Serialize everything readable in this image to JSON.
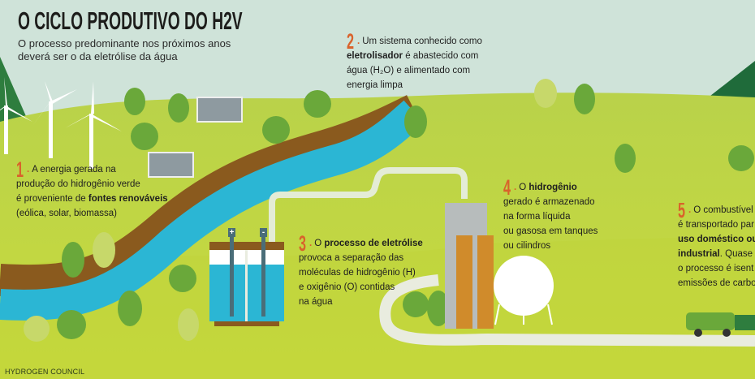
{
  "header": {
    "title": "O CICLO PRODUTIVO DO H2V",
    "subtitle_line1": "O processo predominante nos próximos anos",
    "subtitle_line2": "deverá ser o da eletrólise da água"
  },
  "steps": {
    "s1": {
      "num": "1",
      "l1": "A energia gerada na",
      "l2": "produção do hidrogênio verde",
      "l3a": "é proveniente de ",
      "l3b": "fontes renováveis",
      "l4": "(eólica, solar, biomassa)"
    },
    "s2": {
      "num": "2",
      "l1": "Um sistema conhecido como",
      "l2a": "eletrolisador",
      "l2b": " é abastecido com",
      "l3": "água (H₂O) e alimentado com",
      "l4": "energia limpa"
    },
    "s3": {
      "num": "3",
      "l1a": "O ",
      "l1b": "processo de eletrólise",
      "l2": "provoca a separação das",
      "l3": "moléculas de hidrogênio (H)",
      "l4": "e oxigênio (O) contidas",
      "l5": "na água"
    },
    "s4": {
      "num": "4",
      "l1a": "O ",
      "l1b": "hidrogênio",
      "l2": "gerado é armazenado",
      "l3": "na forma líquida",
      "l4": "ou gasosa em tanques",
      "l5": "ou cilindros"
    },
    "s5": {
      "num": "5",
      "l1": "O combustível",
      "l2": "é transportado par",
      "l3": "uso doméstico ou",
      "l4a": "industrial",
      "l4b": ". Quase t",
      "l5": "o processo é isent",
      "l6": "emissões de carbo"
    }
  },
  "electrolyzer": {
    "plus": "+",
    "minus": "-"
  },
  "credit": "HYDROGEN COUNCIL",
  "colors": {
    "sky": "#cfe3d9",
    "grass": "#c2d640",
    "river": "#2bb6d4",
    "bank": "#8a5a1e",
    "accent": "#d9622b",
    "dark_hill": "#1f6b3a"
  }
}
